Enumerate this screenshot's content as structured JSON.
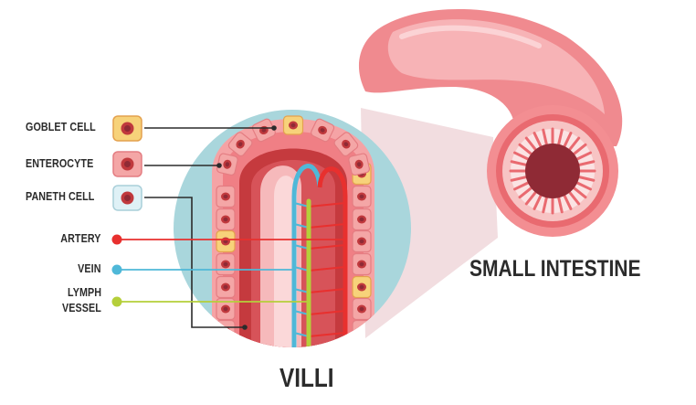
{
  "labels": {
    "goblet_cell": "GOBLET CELL",
    "enterocyte": "ENTEROCYTE",
    "paneth_cell": "PANETH CELL",
    "artery": "ARTERY",
    "vein": "VEIN",
    "lymph_line1": "LYMPH",
    "lymph_line2": "VESSEL"
  },
  "titles": {
    "small_intestine": "SMALL INTESTINE",
    "villi": "VILLI"
  },
  "colors": {
    "artery": "#e8302e",
    "vein": "#4fb8d8",
    "lymph": "#b5cf3a",
    "goblet": "#f7d27a",
    "enterocyte": "#f4a6a6",
    "paneth": "#dff1f6",
    "zoom_circle": "#a9d6dc"
  }
}
